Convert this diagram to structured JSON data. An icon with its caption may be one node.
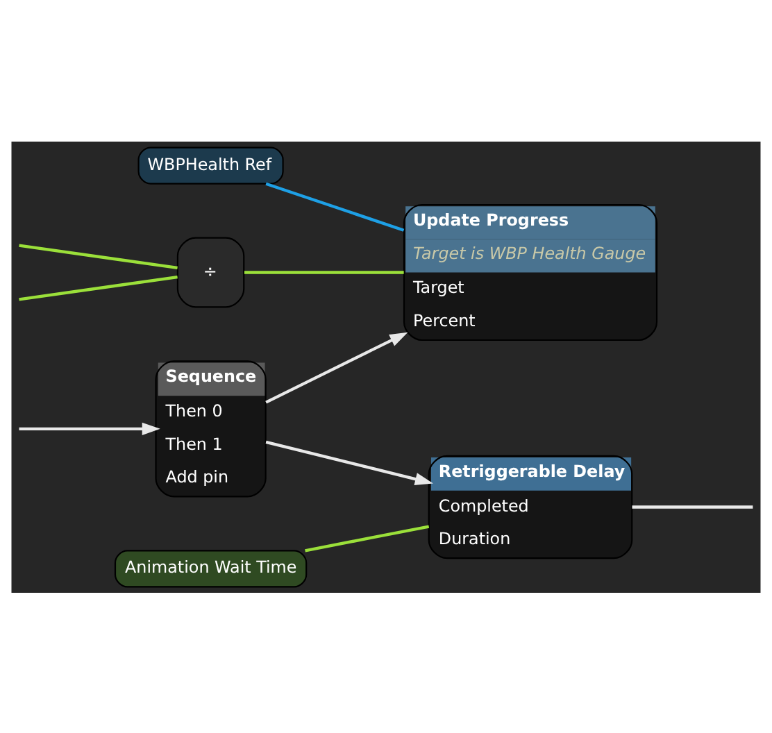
{
  "diagram": {
    "nodes": [
      {
        "text": [
          "Sequence",
          "Then 0",
          "Then 1",
          "Add pin"
        ]
      },
      {
        "text": [
          "Update Progress",
          "Target is WBP Health Gauge",
          "Target",
          "Percent"
        ]
      },
      {
        "text": [
          "WBPHealth Ref"
        ]
      },
      {
        "text": [
          "÷"
        ]
      },
      {
        "text": [
          "Retriggerable Delay",
          "Completed",
          "Duration"
        ]
      },
      {
        "text": [
          "Animation Wait Time"
        ]
      }
    ],
    "edges": [
      {
        "from": null,
        "to": 0,
        "arrow": "to"
      },
      {
        "from": 0,
        "to": 1,
        "arrow": "to"
      },
      {
        "from": 0,
        "to": 4,
        "arrow": "to"
      },
      {
        "from": 2,
        "to": 1,
        "arrow": "none",
        "color": "#1ea0e6"
      },
      {
        "from": 3,
        "to": 1,
        "arrow": "none",
        "color": "#9be03a"
      },
      {
        "from": null,
        "to": 3,
        "arrow": "none",
        "color": "#9be03a"
      },
      {
        "from": null,
        "to": 3,
        "arrow": "none",
        "color": "#9be03a"
      },
      {
        "from": 5,
        "to": 4,
        "arrow": "none",
        "color": "#9be03a"
      },
      {
        "from": 4,
        "to": null,
        "arrow": "none"
      }
    ]
  }
}
